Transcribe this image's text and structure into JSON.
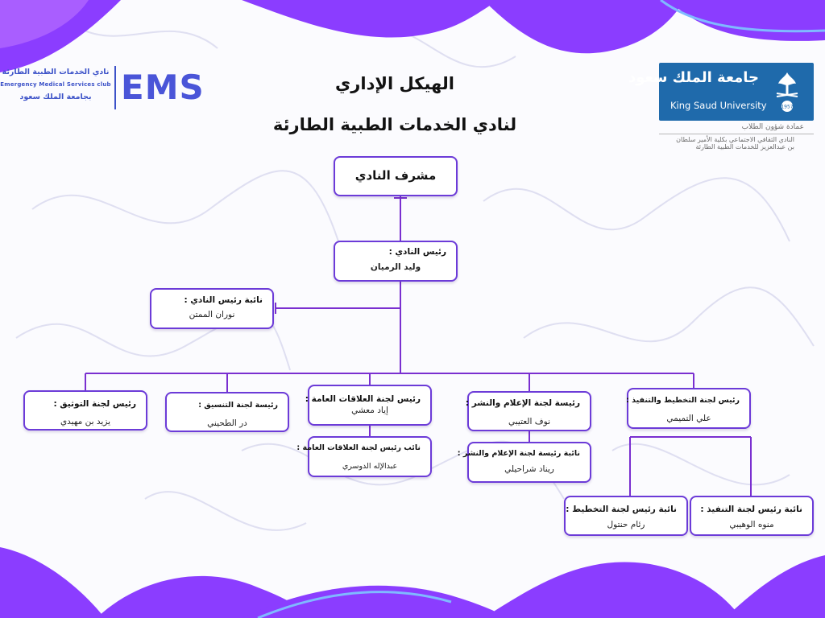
{
  "header": {
    "title_line1": "الهيكل الإداري",
    "title_line2": "لنادي الخدمات الطبية الطارئة"
  },
  "ems_logo": {
    "arabic_line1": "نادي الخدمات الطبية الطارئة",
    "english_line": "Emergency Medical Services club",
    "arabic_line2": "بجامعة الملك سعود",
    "wordmark": "EMS",
    "color": "#3c52c8"
  },
  "ksu_logo": {
    "arabic_name": "جامعة الملك سعود",
    "english_name": "King Saud University",
    "badge_year": "1957",
    "deanship": "عمادة شؤون الطلاب",
    "club_line1": "النادي الثقافي الاجتماعي بكلية الأمير سلطان",
    "club_line2": "بن عبدالعزيز للخدمات الطبية الطارئة",
    "color": "#1f6aab"
  },
  "org": {
    "supervisor": {
      "role": "مشرف النادي"
    },
    "president": {
      "role": "رئيس النادي :",
      "name": "وليد الرميان"
    },
    "vice_president": {
      "role": "نائبة رئيس النادي :",
      "name": "نوران الممتن"
    },
    "documentation_head": {
      "role": "رئيس لجنة التوثيق :",
      "name": "يزيد بن مهيدي"
    },
    "coordination_head": {
      "role": "رئيسة لجنة التنسيق :",
      "name": "در الطحيني"
    },
    "public_relations_head": {
      "role": "رئيس لجنة العلاقات العامة :",
      "name": "إياد معشي"
    },
    "public_relations_deputy": {
      "role": "نائب رئيس لجنة العلاقات العامة :",
      "name": "عبدالإله الدوسري"
    },
    "media_head": {
      "role": "رئيسة لجنة الإعلام والنشر :",
      "name": "نوف العتيبي"
    },
    "media_deputy": {
      "role": "نائبة رئيسة لجنة الإعلام والنشر :",
      "name": "ريناد شراحيلي"
    },
    "planning_head": {
      "role": "رئيس لجنة التخطيط والتنفيذ :",
      "name": "علي التميمي"
    },
    "planning_deputy": {
      "role": "نائبة رئيس لجنة التخطيط :",
      "name": "رئام حنتول"
    },
    "execution_deputy": {
      "role": "نائبة رئيس لجنة التنفيذ :",
      "name": "منوه الوهيبي"
    }
  },
  "colors": {
    "accent": "#6c3bd8",
    "connector": "#7a2fd0",
    "wave": "#8b3dff"
  }
}
